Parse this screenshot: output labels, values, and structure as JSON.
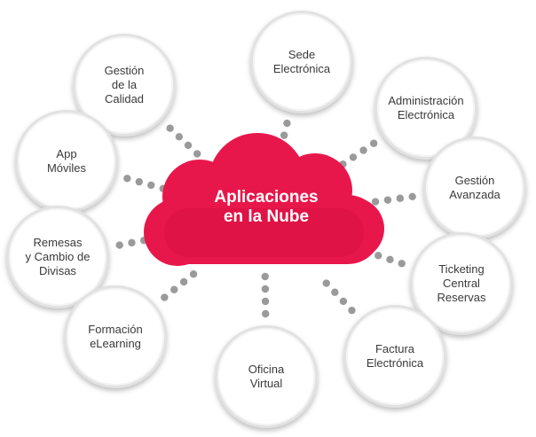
{
  "center": {
    "label": "Aplicaciones\nen la Nube",
    "color": "#e8174b"
  },
  "dot_color": "#9a9a9a",
  "nodes": [
    {
      "id": "sede-electronica",
      "label": "Sede\nElectrónica"
    },
    {
      "id": "gestion-calidad",
      "label": "Gestión\nde la\nCalidad"
    },
    {
      "id": "administracion-electronica",
      "label": "Administración\nElectrónica"
    },
    {
      "id": "app-moviles",
      "label": "App\nMóviles"
    },
    {
      "id": "gestion-avanzada",
      "label": "Gestión\nAvanzada"
    },
    {
      "id": "remesas",
      "label": "Remesas\ny Cambio de\nDivisas"
    },
    {
      "id": "ticketing",
      "label": "Ticketing\nCentral\nReservas"
    },
    {
      "id": "formacion",
      "label": "Formación\neLearning"
    },
    {
      "id": "factura",
      "label": "Factura\nElectrónica"
    },
    {
      "id": "oficina",
      "label": "Oficina\nVirtual"
    }
  ]
}
